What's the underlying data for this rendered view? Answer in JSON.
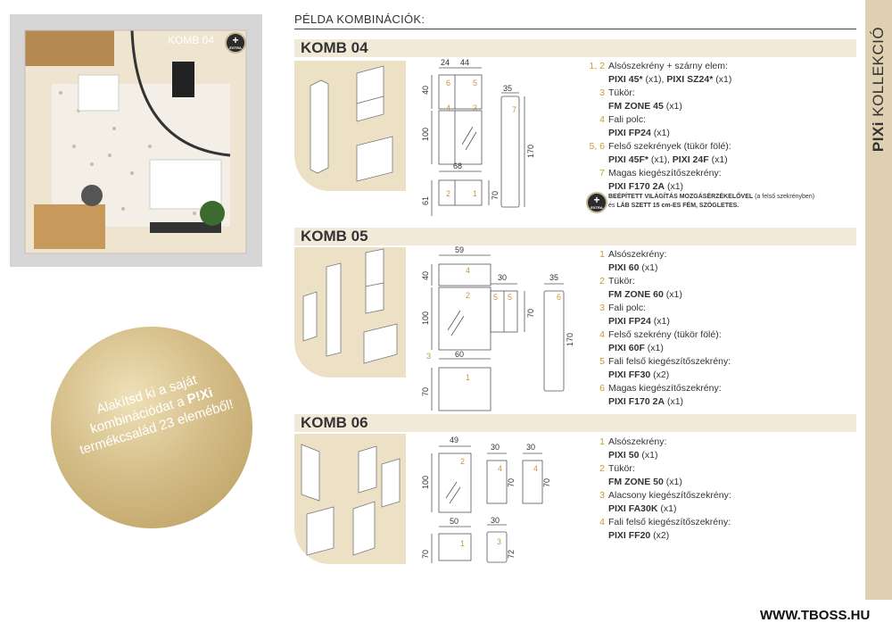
{
  "header": {
    "title": "PÉLDA KOMBINÁCIÓK:"
  },
  "photo": {
    "badge": "KOMB 04",
    "extra_icon": "plus-extra-icon"
  },
  "extra_label": "EXTRA",
  "circle": {
    "line1": "Alakítsd ki a saját",
    "line2a": "kombinációdat a ",
    "brand": "P!Xi",
    "line3": "termékcsalád 23 eleméből!"
  },
  "sidebar": {
    "brand": "PIXi",
    "word": "KOLLEKCIÓ"
  },
  "website": "WWW.TBOSS.HU",
  "sections": [
    {
      "title": "KOMB 04",
      "dims": {
        "w1": "24",
        "w2": "44",
        "h1": "40",
        "h2": "100",
        "w3": "35",
        "h3": "170",
        "w4": "68",
        "h4": "61",
        "h5": "70"
      },
      "marks": [
        "1",
        "2",
        "3",
        "4",
        "5",
        "6",
        "7"
      ],
      "items": [
        {
          "num": "1, 2",
          "label": "Alsószekrény + szárny elem:",
          "pn": [
            {
              "code": "PIXI 45*",
              "qty": " (x1), "
            },
            {
              "code": "PIXI SZ24*",
              "qty": " (x1)"
            }
          ]
        },
        {
          "num": "3",
          "label": "Tükör:",
          "pn": [
            {
              "code": "FM ZONE 45",
              "qty": " (x1)"
            }
          ]
        },
        {
          "num": "4",
          "label": "Fali polc:",
          "pn": [
            {
              "code": "PIXI FP24",
              "qty": " (x1)"
            }
          ]
        },
        {
          "num": "5, 6",
          "label": "Felső szekrények (tükör fölé):",
          "pn": [
            {
              "code": "PIXI 45F*",
              "qty": " (x1), "
            },
            {
              "code": "PIXI 24F",
              "qty": " (x1)"
            }
          ]
        },
        {
          "num": "7",
          "label": "Magas kiegészítőszekrény:",
          "pn": [
            {
              "code": "PIXI F170 2A",
              "qty": " (x1)"
            }
          ]
        }
      ],
      "note": {
        "bold1": "BEÉPÍTETT VILÁGÍTÁS MOZGÁSÉRZÉKELŐVEL",
        "rest1": " (a felső szekrényben)",
        "pre2": "és ",
        "bold2": "LÁB SZETT 15 cm-ES FÉM, SZÖGLETES."
      }
    },
    {
      "title": "KOMB 05",
      "dims": {
        "w1": "59",
        "h1": "40",
        "h2": "100",
        "w2": "30",
        "w3": "35",
        "h3": "70",
        "h4": "170",
        "w4": "60",
        "h5": "70"
      },
      "marks": [
        "1",
        "2",
        "3",
        "4",
        "5",
        "5",
        "6"
      ],
      "items": [
        {
          "num": "1",
          "label": "Alsószekrény:",
          "pn": [
            {
              "code": "PIXI 60",
              "qty": " (x1)"
            }
          ]
        },
        {
          "num": "2",
          "label": "Tükör:",
          "pn": [
            {
              "code": "FM ZONE 60",
              "qty": " (x1)"
            }
          ]
        },
        {
          "num": "3",
          "label": "Fali polc:",
          "pn": [
            {
              "code": "PIXI FP24",
              "qty": " (x1)"
            }
          ]
        },
        {
          "num": "4",
          "label": "Felső szekrény (tükör fölé):",
          "pn": [
            {
              "code": "PIXI 60F",
              "qty": " (x1)"
            }
          ]
        },
        {
          "num": "5",
          "label": "Fali felső kiegészítőszekrény:",
          "pn": [
            {
              "code": "PIXI FF30",
              "qty": " (x2)"
            }
          ]
        },
        {
          "num": "6",
          "label": "Magas kiegészítőszekrény:",
          "pn": [
            {
              "code": "PIXI F170 2A",
              "qty": " (x1)"
            }
          ]
        }
      ]
    },
    {
      "title": "KOMB 06",
      "dims": {
        "w1": "49",
        "w2": "30",
        "w3": "30",
        "h1": "100",
        "h2": "70",
        "h3": "70",
        "w4": "50",
        "w5": "30",
        "h4": "70",
        "h5": "72"
      },
      "marks": [
        "1",
        "2",
        "3",
        "4",
        "4"
      ],
      "items": [
        {
          "num": "1",
          "label": "Alsószekrény:",
          "pn": [
            {
              "code": "PIXI 50",
              "qty": " (x1)"
            }
          ]
        },
        {
          "num": "2",
          "label": "Tükör:",
          "pn": [
            {
              "code": "FM ZONE 50",
              "qty": " (x1)"
            }
          ]
        },
        {
          "num": "3",
          "label": "Alacsony kiegészítőszekrény:",
          "pn": [
            {
              "code": "PIXI FA30K",
              "qty": " (x1)"
            }
          ]
        },
        {
          "num": "4",
          "label": "Fali felső kiegészítőszekrény:",
          "pn": [
            {
              "code": "PIXI FF20",
              "qty": " (x2)"
            }
          ]
        }
      ]
    }
  ]
}
